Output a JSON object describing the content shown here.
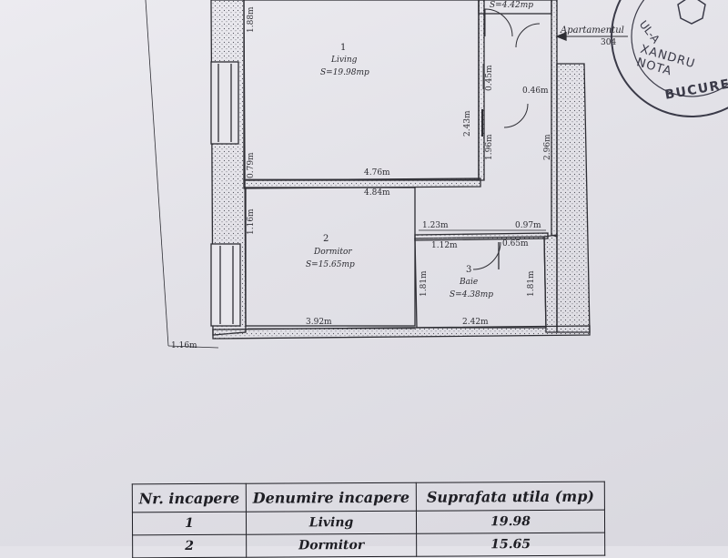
{
  "plan": {
    "top_room_area": "S=4.42mp",
    "rooms": [
      {
        "number": "1",
        "name": "Living",
        "area": "S=19.98mp"
      },
      {
        "number": "2",
        "name": "Dormitor",
        "area": "S=15.65mp"
      },
      {
        "number": "3",
        "name": "Baie",
        "area": "S=4.38mp"
      }
    ],
    "dimensions": {
      "d_1_88": "1.88m",
      "d_0_45": "0.45m",
      "d_0_46": "0.46m",
      "d_2_43": "2.43m",
      "d_1_96": "1.96m",
      "d_2_96": "2.96m",
      "d_0_79": "0.79m",
      "d_4_76": "4.76m",
      "d_4_84": "4.84m",
      "d_1_16_v": "1.16m",
      "d_1_23": "1.23m",
      "d_0_97": "0.97m",
      "d_1_12": "1.12m",
      "d_0_65": "0.65m",
      "d_1_81_left": "1.81m",
      "d_1_81_right": "1.81m",
      "d_3_92": "3.92m",
      "d_2_42": "2.42m",
      "d_1_16_h": "1.16m"
    },
    "apartment_label": "Apartamentul",
    "apartment_number": "304"
  },
  "stamp": {
    "arc_top": "UL-A",
    "arc_middle": "XANDRU NOTA",
    "arc_bottom": "BUCURESTI"
  },
  "table": {
    "headers": [
      "Nr. incapere",
      "Denumire incapere",
      "Suprafata utila (mp)"
    ],
    "rows": [
      {
        "nr": "1",
        "name": "Living",
        "area": "19.98"
      },
      {
        "nr": "2",
        "name": "Dormitor",
        "area": "15.65"
      }
    ]
  },
  "colors": {
    "ink": "#2a2a30",
    "paper": "#e4e3e9"
  }
}
